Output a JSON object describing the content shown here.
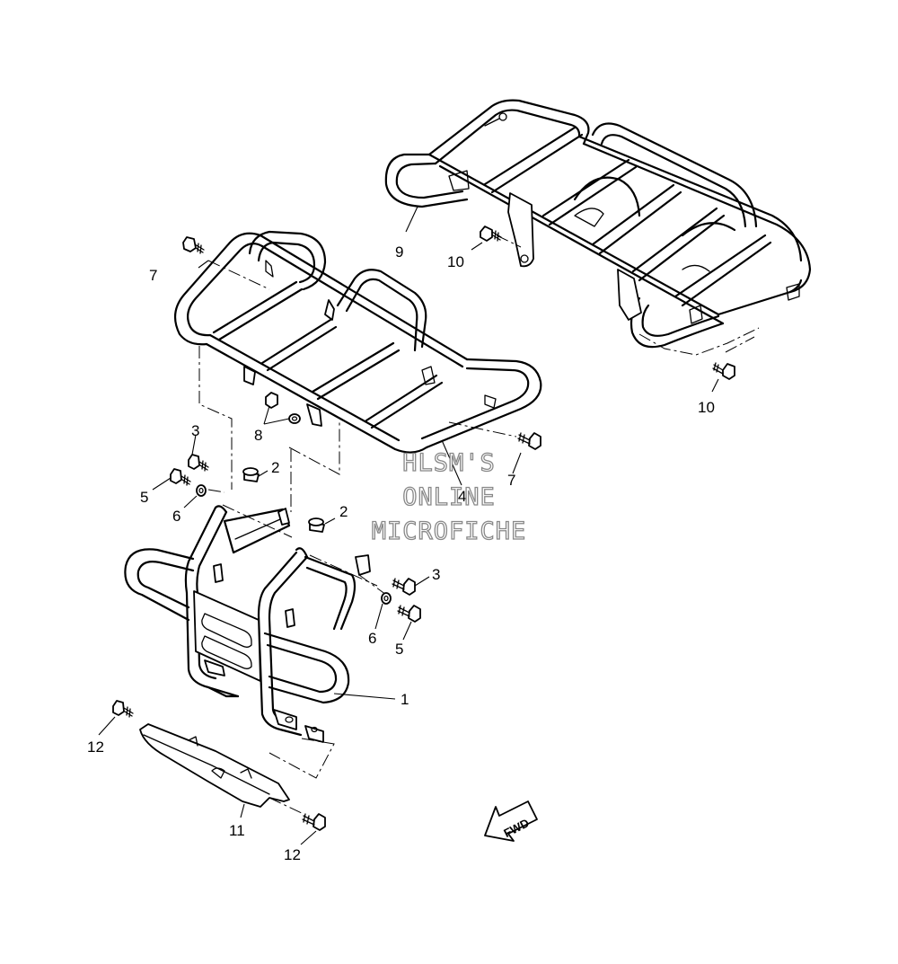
{
  "watermark": {
    "line1": "HLSM'S",
    "line2": "ONLINE",
    "line3": "MICROFICHE"
  },
  "direction_arrow": {
    "label": "FWD",
    "icon": "forward-arrow-icon"
  },
  "callouts": {
    "c1": "1",
    "c2a": "2",
    "c2b": "2",
    "c3a": "3",
    "c3b": "3",
    "c4": "4",
    "c5a": "5",
    "c5b": "5",
    "c6a": "6",
    "c6b": "6",
    "c7a": "7",
    "c7b": "7",
    "c8": "8",
    "c9": "9",
    "c10a": "10",
    "c10b": "10",
    "c11": "11",
    "c12a": "12",
    "c12b": "12"
  }
}
